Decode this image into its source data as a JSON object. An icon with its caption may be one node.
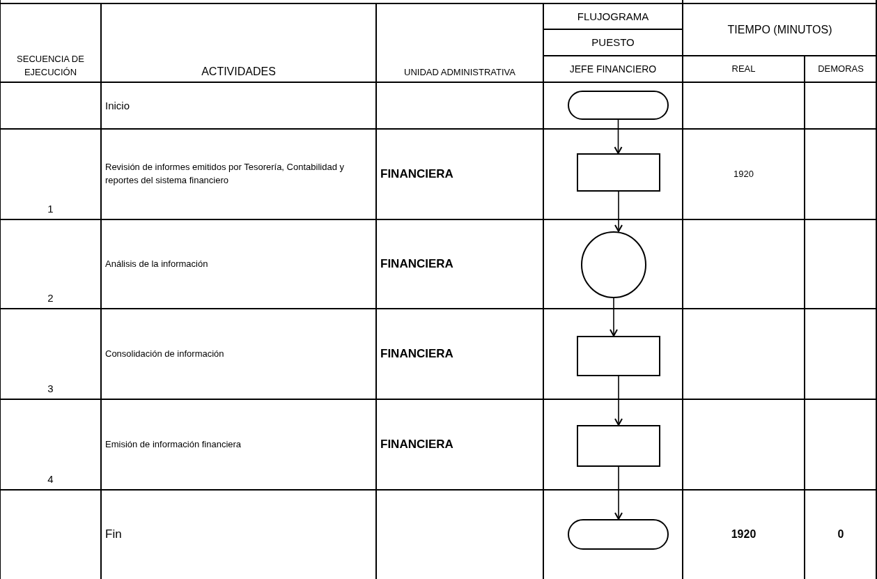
{
  "diagram": {
    "nodes": [
      {
        "text": [],
        "shape": "oval"
      },
      {
        "text": [],
        "shape": "box"
      },
      {
        "text": [],
        "shape": "circle"
      },
      {
        "text": [],
        "shape": "box"
      },
      {
        "text": [],
        "shape": "box"
      },
      {
        "text": [],
        "shape": "oval"
      }
    ],
    "edges": [
      {
        "from": 0,
        "to": 1,
        "arrow": "to"
      },
      {
        "from": 1,
        "to": 2,
        "arrow": "to"
      },
      {
        "from": 2,
        "to": 3,
        "arrow": "to"
      },
      {
        "from": 3,
        "to": 4,
        "arrow": "to"
      },
      {
        "from": 4,
        "to": 5,
        "arrow": "to"
      }
    ],
    "labels": [
      "SECUENCIA DE EJECUCIÓN",
      "ACTIVIDADES",
      "UNIDAD ADMINISTRATIVA",
      "FLUJOGRAMA",
      "PUESTO",
      "JEFE FINANCIERO",
      "TIEMPO (MINUTOS)",
      "REAL",
      "DEMORAS",
      "Inicio",
      "1",
      "Revisión de informes emitidos por Tesorería, Contabilidad y reportes del sistema financiero",
      "FINANCIERA",
      "1920",
      "2",
      "Análisis de la información",
      "FINANCIERA",
      "3",
      "Consolidación de información",
      "FINANCIERA",
      "4",
      "Emisión de información financiera",
      "FINANCIERA",
      "Fin",
      "1920",
      "0"
    ]
  }
}
